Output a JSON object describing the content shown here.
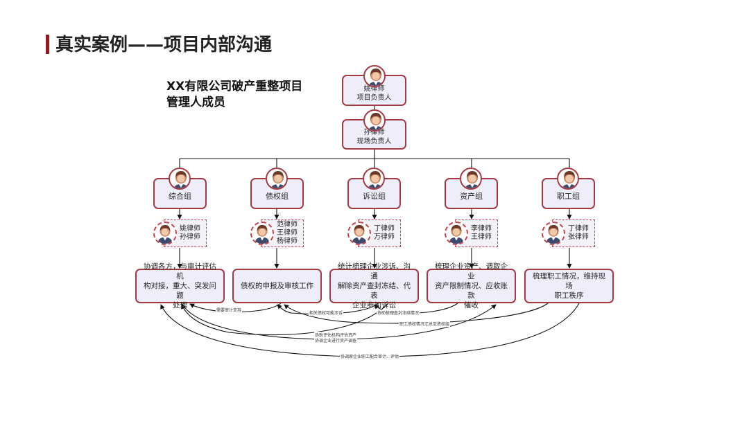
{
  "title": "真实案例——项目内部沟通",
  "subtitle_lines": [
    "XX有限公司破产重整项目",
    "管理人成员"
  ],
  "leaders": [
    {
      "name": "姚律师",
      "role": "项目负责人"
    },
    {
      "name": "孙律师",
      "role": "现场负责人"
    }
  ],
  "groups": [
    {
      "label": "综合组",
      "members": [
        "姚律师",
        "孙律师"
      ],
      "task_lines": [
        "协调各方，与审计评估机",
        "构对接，重大、突发问题",
        "处理"
      ]
    },
    {
      "label": "债权组",
      "members": [
        "范律师",
        "王律师",
        "杨律师"
      ],
      "task_lines": [
        "债权的申报及审核工作"
      ]
    },
    {
      "label": "诉讼组",
      "members": [
        "丁律师",
        "万律师"
      ],
      "task_lines": [
        "统计梳理企业涉诉、沟通",
        "解除资产查封冻结、代表",
        "企业参加诉讼"
      ]
    },
    {
      "label": "资产组",
      "members": [
        "李律师",
        "王律师"
      ],
      "task_lines": [
        "梳理企业资产、调取企业",
        "资产限制情况、应收账款",
        "催收"
      ]
    },
    {
      "label": "职工组",
      "members": [
        "丁律师",
        "张律师"
      ],
      "task_lines": [
        "梳理职工情况，维持现场",
        "职工秩序"
      ]
    }
  ],
  "flows": [
    "需要审计支持",
    "相关债权可能涉诉",
    "协助梳理查封冻结情况",
    "职工债权情况汇总至债权组",
    "协助评估机构评估资产",
    "协调企业进行资产调查",
    "协调原企业职工配合审计、评估"
  ],
  "colors": {
    "accent": "#8b1e22",
    "border": "#a53a44",
    "box_fill": "#eeeefa"
  },
  "icons": {
    "avatar": "lawyer-avatar-icon"
  }
}
